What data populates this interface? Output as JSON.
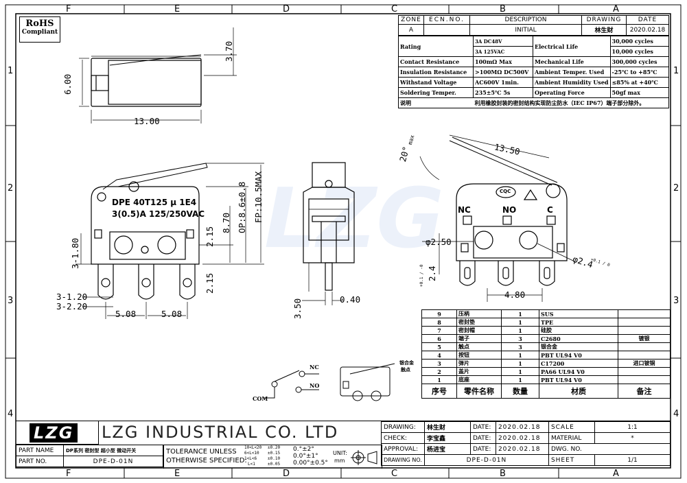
{
  "border": {
    "top_zones": [
      "F",
      "E",
      "D",
      "C",
      "B",
      "A"
    ],
    "bottom_zones": [
      "F",
      "E",
      "D",
      "C",
      "B",
      "A"
    ],
    "left_zones": [
      "1",
      "2",
      "3",
      "4"
    ],
    "right_zones": [
      "1",
      "2",
      "3",
      "4"
    ]
  },
  "rohs": {
    "line1": "RoHS",
    "line2": "Compliant"
  },
  "revision": {
    "headers": [
      "ZONE",
      "ECN.NO.",
      "DESCRIPTION",
      "DRAWING",
      "DATE"
    ],
    "row": [
      "A",
      "",
      "INITIAL",
      "林生财",
      "2020.02.18"
    ]
  },
  "spec_table": {
    "rating_label": "Rating",
    "rating_values": [
      "3A  DC48V",
      "3A  125VAC"
    ],
    "elec_life_label": "Electrical Life",
    "elec_life_values": [
      "30,000 cycles",
      "10,000 cycles"
    ],
    "rows": [
      [
        "Contact Resistance",
        "100mΩ Max",
        "Mechanical Life",
        "300,000 cycles"
      ],
      [
        "Insulation Resistance",
        ">100MΩ DC500V",
        "Ambient Temper. Used",
        "-25℃ to +85℃"
      ],
      [
        "Withstand Voltage",
        "AC600V  1min.",
        "Ambient Humidity Used",
        "≤85% at +40℃"
      ],
      [
        "Soldering Temper.",
        "235±5℃ 5s",
        "Operating Force",
        "50gf max"
      ]
    ],
    "note_label": "说明",
    "note_text": "利用橡胶封装的密封结构实现防尘防水（IEC IP67）端子部分除外。"
  },
  "dims_top_view": {
    "h": "6.00",
    "w": "13.00",
    "d": "3.70"
  },
  "dims_front": {
    "marking1": "DPE 40T125 μ 1E4",
    "marking2": "3(0.5)A 125/250VAC",
    "fp": "FP:10.5MAX",
    "op": "OP:8.6±0.8",
    "h870": "8.70",
    "h215a": "2.15",
    "h215b": "2.15",
    "h180": "3-1.80",
    "w120": "3-1.20",
    "w220": "3-2.20",
    "pitch1": "5.08",
    "pitch2": "5.08"
  },
  "dims_side": {
    "d350": "3.50",
    "d040": "0.40"
  },
  "dims_right": {
    "lever": "13.50",
    "angle": "20°",
    "angle_sub": "max",
    "nc": "NC",
    "no": "NO",
    "c": "C",
    "cqc": "CQC",
    "d250": "φ2.50",
    "d24": "φ2.4",
    "d24tol": "+0.1 / 0",
    "h24": "2.4",
    "h24tol": "+0.1 / -0",
    "w480": "4.80"
  },
  "schematic": {
    "nc": "NC",
    "no": "NO",
    "com": "COM",
    "note1": "银合金",
    "note2": "触点"
  },
  "bom": {
    "headers": [
      "序号",
      "零件名称",
      "数量",
      "材质",
      "备注"
    ],
    "rows": [
      [
        "9",
        "压柄",
        "1",
        "SUS",
        ""
      ],
      [
        "8",
        "密封垫",
        "1",
        "TPE",
        ""
      ],
      [
        "7",
        "密封帽",
        "1",
        "硅胶",
        ""
      ],
      [
        "6",
        "端子",
        "3",
        "C2680",
        "镀银"
      ],
      [
        "5",
        "触点",
        "3",
        "银合金",
        ""
      ],
      [
        "4",
        "按钮",
        "1",
        "PBT UL94 V0",
        ""
      ],
      [
        "3",
        "弹片",
        "1",
        "C17200",
        "进口铍铜"
      ],
      [
        "2",
        "盖片",
        "1",
        "PA66 UL94 V0",
        ""
      ],
      [
        "1",
        "底座",
        "1",
        "PBT UL94 V0",
        ""
      ]
    ]
  },
  "title_block": {
    "logo": "LZG",
    "company": "LZG  INDUSTRIAL  CO.  LTD",
    "drawing_label": "DRAWING:",
    "drawing_by": "林生财",
    "check_label": "CHECK:",
    "check_by": "李宝鑫",
    "approval_label": "APPROVAL:",
    "approval_by": "杨进宝",
    "date_label": "DATE:",
    "date1": "2020.02.18",
    "date2": "2020.02.18",
    "date3": "2020.02.18",
    "scale_label": "SCALE",
    "scale_value": "1:1",
    "material_label": "MATERIAL",
    "material_value": "*",
    "dwgno_label": "DWG. NO.",
    "sheet_label": "SHEET",
    "sheet_value": "1/1",
    "drawing_no_label": "DRAWING NO.",
    "drawing_no": "DPE-D-01N",
    "part_name_label": "PART NAME",
    "part_name": "DP系列 密封型 超小型 微动开关",
    "part_no_label": "PART NO.",
    "part_no": "DPE-D-01N",
    "tol_line1": "TOLERANCE UNLESS",
    "tol_line2": "OTHERWISE SPECIFIED:",
    "tol_ranges": [
      "10<L<20",
      "6<L<10",
      "1<L<6",
      "L<1"
    ],
    "tol_values": [
      "±0.20",
      "±0.15",
      "±0.10",
      "±0.05"
    ],
    "ang_tols": [
      "0.°±2°",
      "0.0°±1°",
      "0.00°±0.5°"
    ],
    "unit_label": "UNIT:",
    "unit_value": "mm"
  }
}
